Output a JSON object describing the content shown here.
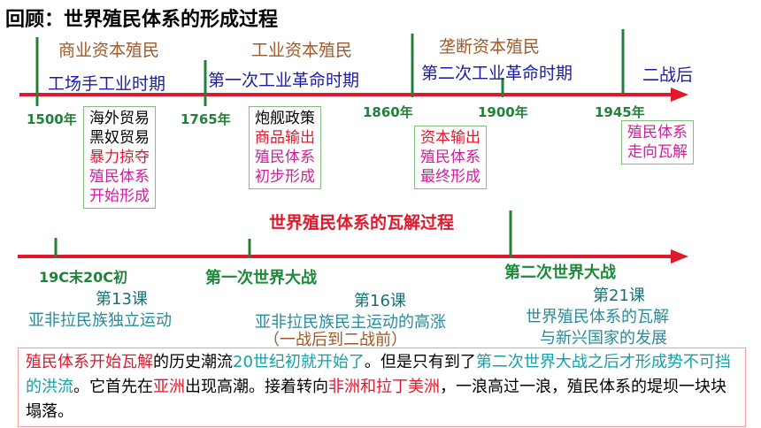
{
  "title": "回顾：世界殖民体系的形成过程",
  "eras": [
    {
      "label": "商业资本殖民"
    },
    {
      "label": "工业资本殖民"
    },
    {
      "label": "垄断资本殖民"
    }
  ],
  "periods": [
    {
      "label": "工场手工业时期"
    },
    {
      "label": "第一次工业革命时期"
    },
    {
      "label": "第二次工业革命时期"
    },
    {
      "label": "二战后"
    }
  ],
  "years": [
    "1500年",
    "1765年",
    "1860年",
    "1900年",
    "1945年"
  ],
  "boxes": [
    {
      "lines": [
        "海外贸易",
        "黑奴贸易",
        "暴力掠夺",
        "殖民体系",
        "开始形成"
      ]
    },
    {
      "lines": [
        "炮舰政策",
        "商品输出",
        "殖民体系",
        "初步形成"
      ]
    },
    {
      "lines": [
        "资本输出",
        "殖民体系",
        "最终形成"
      ]
    },
    {
      "lines": [
        "殖民体系",
        "走向瓦解"
      ]
    }
  ],
  "section2_title": "世界殖民体系的瓦解过程",
  "timeline2": {
    "start": "19C末20C初",
    "ww1": "第一次世界大战",
    "ww2": "第二次世界大战"
  },
  "lessons": [
    {
      "lesson": "第13课",
      "topic": "亚非拉民族独立运动"
    },
    {
      "lesson": "第16课",
      "topic": "亚非拉民族民主运动的高涨",
      "note": "（一战后到二战前）"
    },
    {
      "lesson": "第21课",
      "topic_line1": "世界殖民体系的瓦解",
      "topic_line2": "与新兴国家的发展"
    }
  ],
  "summary": {
    "p1": "殖民体系开始瓦解",
    "p2": "的历史潮流",
    "p3": "20世纪初就开始了",
    "p4": "。但是只有到了",
    "p5": "第二次世界大战之后才形成势不可挡的洪流",
    "p6": "。它首先在",
    "p7": "亚洲",
    "p8": "出现高潮。接着转向",
    "p9": "非洲和拉丁美洲",
    "p10": "，一浪高过一浪，殖民体系的堤坝一块块塌落。"
  },
  "colors": {
    "arrow": "#e0182c",
    "tick": "#23803a",
    "era": "#9c5a2a",
    "period": "#1c1ca8"
  }
}
